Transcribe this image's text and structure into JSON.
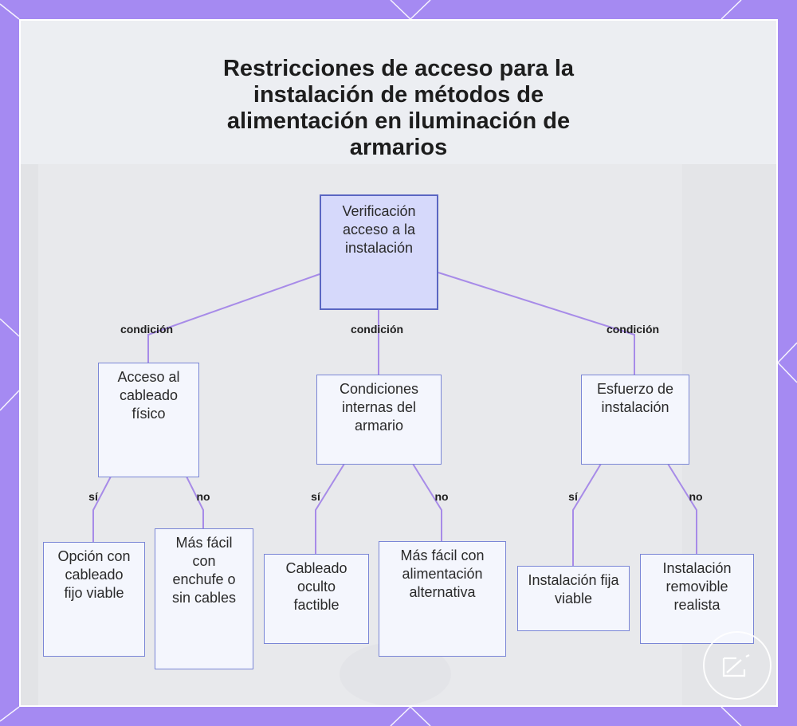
{
  "title": "Restricciones de acceso para la instalación de métodos de alimentación en iluminación de armarios",
  "nodes": {
    "root": "Verificación acceso a la instalación",
    "acceso": "Acceso al cableado físico",
    "condiciones": "Condiciones internas del armario",
    "esfuerzo": "Esfuerzo de instalación",
    "opcion_fijo": "Opción con cableado fijo viable",
    "enchufe": "Más fácil con enchufe o sin cables",
    "oculto": "Cableado oculto factible",
    "alternativa": "Más fácil con alimentación alternativa",
    "fija_viable": "Instalación fija viable",
    "removible": "Instalación removible realista"
  },
  "edges": {
    "condicion": "condición",
    "si": "sí",
    "no": "no"
  },
  "colors": {
    "background": "#a58af2",
    "panel": "#eef0f4",
    "edge": "#a78be8",
    "root_fill": "#d6d9fb",
    "node_border": "#7a86d6"
  },
  "icons": {
    "watermark": "edit-logo-icon"
  }
}
